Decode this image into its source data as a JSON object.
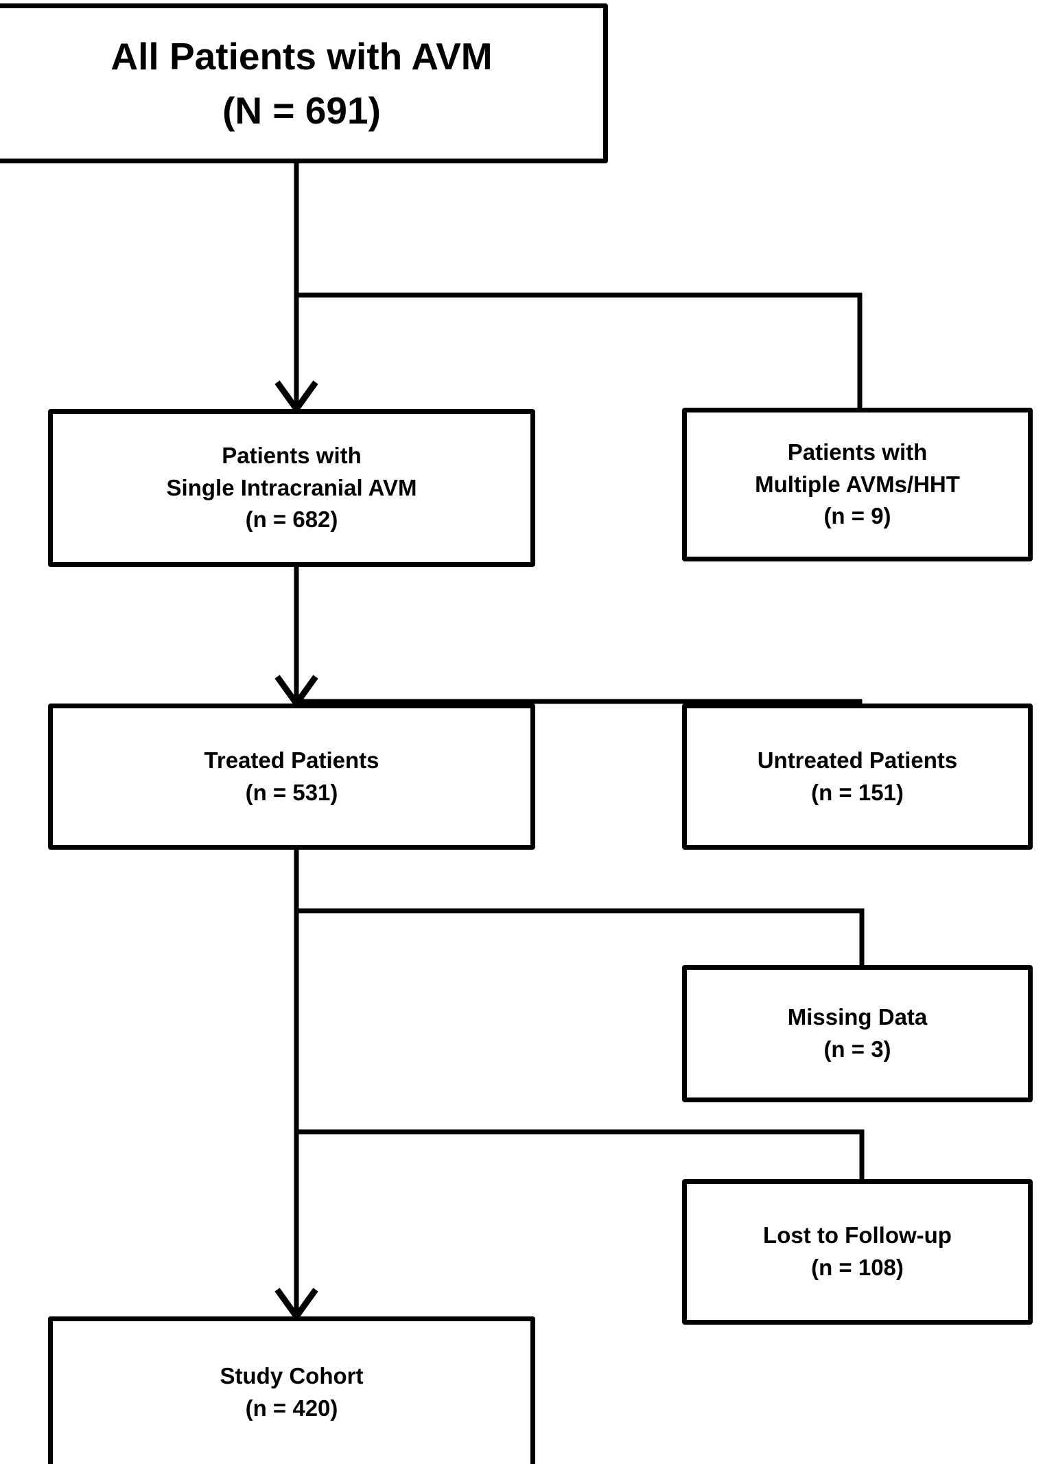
{
  "diagram": {
    "type": "flowchart",
    "title": "Patient selection flow diagram for AVM study cohort",
    "orientation": "top-to-bottom",
    "line_color": "#000000",
    "box_fill": "#ffffff",
    "nodes": [
      {
        "id": "all-patients",
        "lines": [
          "All Patients with AVM",
          "(N = 691)"
        ],
        "label": "All Patients with AVM",
        "count_text": "(N = 691)",
        "count": 691
      },
      {
        "id": "single-avm",
        "lines": [
          "Patients with",
          "Single Intracranial AVM",
          "(n = 682)"
        ],
        "label": "Patients with Single Intracranial AVM",
        "count_text": "(n = 682)",
        "count": 682
      },
      {
        "id": "multiple-avm",
        "lines": [
          "Patients with",
          "Multiple AVMs/HHT",
          "(n = 9)"
        ],
        "label": "Patients with Multiple AVMs/HHT",
        "count_text": "(n = 9)",
        "count": 9
      },
      {
        "id": "treated",
        "lines": [
          "Treated Patients",
          "(n = 531)"
        ],
        "label": "Treated Patients",
        "count_text": "(n = 531)",
        "count": 531
      },
      {
        "id": "untreated",
        "lines": [
          "Untreated Patients",
          "(n = 151)"
        ],
        "label": "Untreated Patients",
        "count_text": "(n = 151)",
        "count": 151
      },
      {
        "id": "missing-data",
        "lines": [
          "Missing Data",
          "(n = 3)"
        ],
        "label": "Missing Data",
        "count_text": "(n = 3)",
        "count": 3
      },
      {
        "id": "lost-followup",
        "lines": [
          "Lost to Follow-up",
          "(n = 108)"
        ],
        "label": "Lost to Follow-up",
        "count_text": "(n = 108)",
        "count": 108
      },
      {
        "id": "study-cohort",
        "lines": [
          "Study Cohort",
          "(n = 420)"
        ],
        "label": "Study Cohort",
        "count_text": "(n = 420)",
        "count": 420
      }
    ],
    "edges": [
      {
        "from": "all-patients",
        "to": "single-avm",
        "arrow": true
      },
      {
        "from": "all-patients",
        "to": "multiple-avm",
        "arrow": false
      },
      {
        "from": "single-avm",
        "to": "treated",
        "arrow": true
      },
      {
        "from": "single-avm",
        "to": "untreated",
        "arrow": false
      },
      {
        "from": "treated",
        "to": "missing-data",
        "arrow": false
      },
      {
        "from": "treated",
        "to": "lost-followup",
        "arrow": false
      },
      {
        "from": "treated",
        "to": "study-cohort",
        "arrow": true
      }
    ]
  },
  "nodes_text": {
    "all_patients": {
      "l0": "All Patients with AVM",
      "l1": "(N = 691)"
    },
    "single_avm": {
      "l0": "Patients with",
      "l1": "Single Intracranial AVM",
      "l2": "(n = 682)"
    },
    "multiple_avm": {
      "l0": "Patients with",
      "l1": "Multiple AVMs/HHT",
      "l2": "(n = 9)"
    },
    "treated": {
      "l0": "Treated Patients",
      "l1": "(n = 531)"
    },
    "untreated": {
      "l0": "Untreated Patients",
      "l1": "(n = 151)"
    },
    "missing_data": {
      "l0": "Missing Data",
      "l1": "(n = 3)"
    },
    "lost_followup": {
      "l0": "Lost to Follow-up",
      "l1": "(n = 108)"
    },
    "study_cohort": {
      "l0": "Study Cohort",
      "l1": "(n = 420)"
    }
  }
}
